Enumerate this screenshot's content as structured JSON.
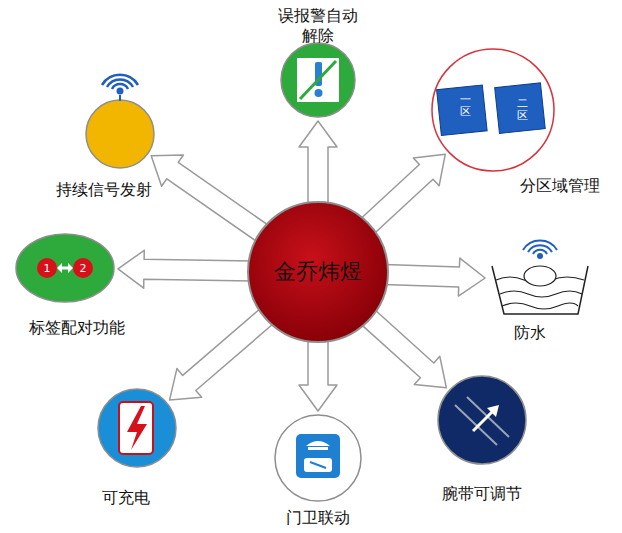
{
  "diagram": {
    "nodes": [
      {
        "text": [
          "金乔炜煜"
        ]
      },
      {
        "text": [
          "误报警自动解除"
        ]
      },
      {
        "text": [
          "分区域管理"
        ]
      },
      {
        "text": [
          "防水"
        ]
      },
      {
        "text": [
          "腕带可调节"
        ]
      },
      {
        "text": [
          "门卫联动"
        ]
      },
      {
        "text": [
          "可充电"
        ]
      },
      {
        "text": [
          "标签配对功能"
        ]
      },
      {
        "text": [
          "持续信号发射"
        ]
      }
    ],
    "edges": [
      {
        "from": 0,
        "to": 1,
        "arrow": "to"
      },
      {
        "from": 0,
        "to": 2,
        "arrow": "to"
      },
      {
        "from": 0,
        "to": 3,
        "arrow": "to"
      },
      {
        "from": 0,
        "to": 4,
        "arrow": "to"
      },
      {
        "from": 0,
        "to": 5,
        "arrow": "to"
      },
      {
        "from": 0,
        "to": 6,
        "arrow": "to"
      },
      {
        "from": 0,
        "to": 7,
        "arrow": "to"
      },
      {
        "from": 0,
        "to": 8,
        "arrow": "to"
      }
    ],
    "labels": [
      "一区",
      "二区",
      "1",
      "2"
    ]
  }
}
